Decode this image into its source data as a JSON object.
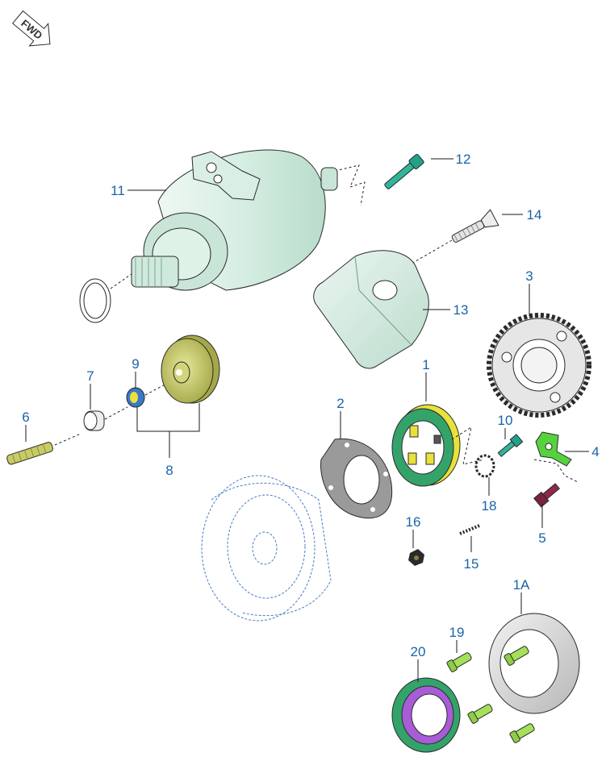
{
  "fwd_badge": {
    "label": "FWD"
  },
  "callouts": {
    "p1": "1",
    "p1a": "1A",
    "p2": "2",
    "p3": "3",
    "p4": "4",
    "p5": "5",
    "p6": "6",
    "p7": "7",
    "p8": "8",
    "p9": "9",
    "p10": "10",
    "p11": "11",
    "p12": "12",
    "p13": "13",
    "p14": "14",
    "p15": "15",
    "p16": "16",
    "p18": "18",
    "p19": "19",
    "p20": "20"
  },
  "colors": {
    "callout_text": "#1a63a8",
    "starter_motor": "#d6eee3",
    "cover": "#d3ece2",
    "gear": "#e6e6e6",
    "gear_weight": "#c9cc66",
    "clutch_green": "#34a36a",
    "clutch_yellow": "#e8e23a",
    "bolt_teal": "#2fb59b",
    "bolt_lime": "#a6e05a",
    "bolt_maroon": "#8c2a48",
    "gasket_grey": "#9a9a9a",
    "bush_blue": "#3a78c8",
    "bracket_green": "#56d23e",
    "magneto_dash": "#4a7cc4"
  }
}
